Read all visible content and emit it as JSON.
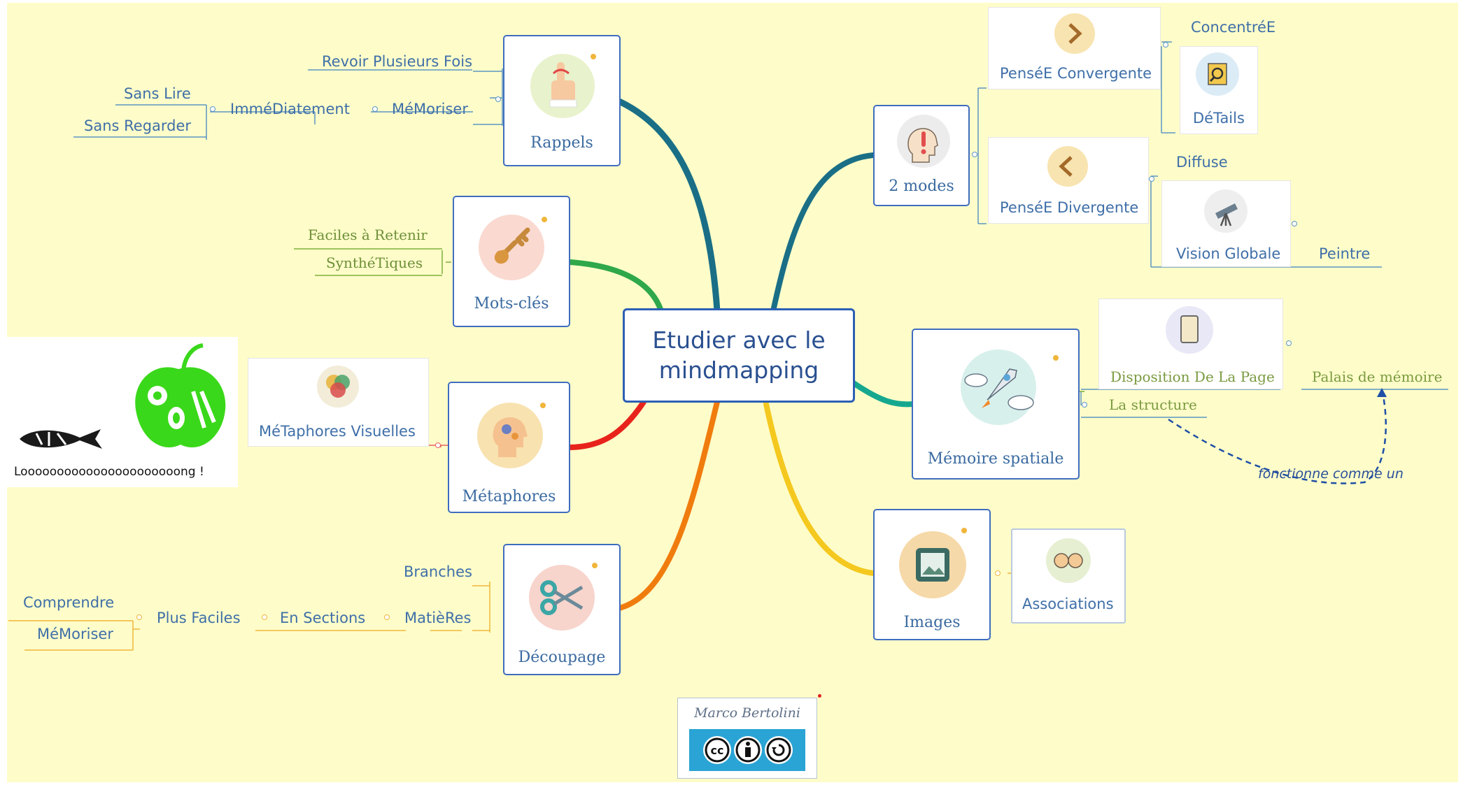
{
  "center": {
    "title": "Etudier avec le mindmapping"
  },
  "branches": {
    "rappels": {
      "label": "Rappels",
      "children": {
        "revoir": "Revoir Plusieurs Fois",
        "memoriser": "MéMoriser",
        "immediatement": "ImméDiatement",
        "sans_lire": "Sans Lire",
        "sans_regarder": "Sans Regarder"
      },
      "icon": "finger-string-icon"
    },
    "motscles": {
      "label": "Mots-clés",
      "children": {
        "faciles": "Faciles à Retenir",
        "synthetiques": "SynthéTiques"
      },
      "icon": "key-icon"
    },
    "metaphores": {
      "label": "Métaphores",
      "children": {
        "visuelles": "MéTaphores Visuelles"
      },
      "icon": "head-gears-icon"
    },
    "decoupage": {
      "label": "Découpage",
      "children": {
        "branches": "Branches",
        "matieres": "MatièRes",
        "en_sections": "En Sections",
        "plus_faciles": "Plus Faciles",
        "comprendre": "Comprendre",
        "memoriser": "MéMoriser"
      },
      "icon": "scissors-icon"
    },
    "deux_modes": {
      "label": "2 modes",
      "children": {
        "convergente": "PenséE Convergente",
        "concentree": "ConcentréE",
        "details": "DéTails",
        "divergente": "PenséE Divergente",
        "diffuse": "Diffuse",
        "vision": "Vision Globale",
        "peintre": "Peintre"
      },
      "icon": "head-exclamation-icon"
    },
    "memoire": {
      "label": "Mémoire spatiale",
      "children": {
        "disposition": "Disposition De La Page",
        "structure": "La structure",
        "palais": "Palais de mémoire",
        "relation": "fonctionne comme un"
      },
      "icon": "rocket-icon"
    },
    "images": {
      "label": "Images",
      "children": {
        "associations": "Associations"
      },
      "icon": "picture-icon"
    }
  },
  "overlay": {
    "long_text": "Loooooooooooooooooooooong !"
  },
  "credit": {
    "author": "Marco Bertolini",
    "license": "cc-by-sa"
  },
  "colors": {
    "background": "#fefdc9",
    "node_border": "#3f6dbe",
    "teal": "#1a6f86",
    "green": "#2fa84a",
    "red": "#e8231b",
    "orange": "#f07c0e",
    "yellow": "#f4c81e",
    "cyan": "#16a88f",
    "apple_green": "#3ad81a",
    "cc_blue": "#2aa4d4"
  }
}
